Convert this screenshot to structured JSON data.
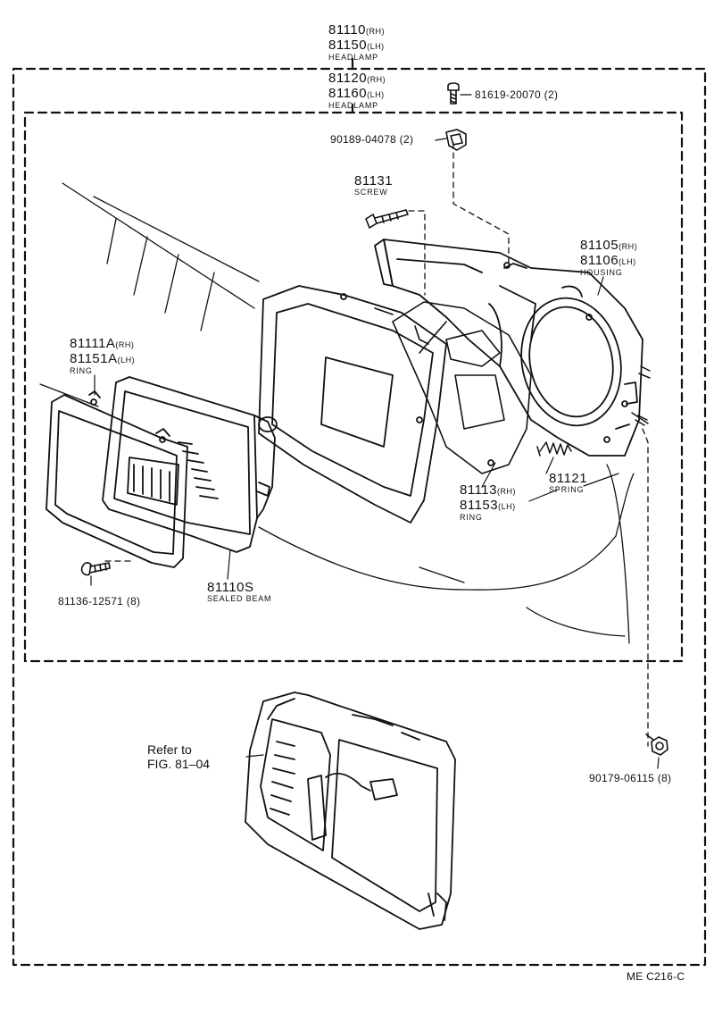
{
  "headlamp_outer": {
    "rh": "81110",
    "lh": "81150",
    "rh_side": "(RH)",
    "lh_side": "(LH)",
    "name": "HEADLAMP"
  },
  "headlamp_inner": {
    "rh": "81120",
    "lh": "81160",
    "rh_side": "(RH)",
    "lh_side": "(LH)",
    "name": "HEADLAMP"
  },
  "screw_top": "81619-20070 (2)",
  "nut_top": "90189-04078 (2)",
  "screw": {
    "num": "81131",
    "name": "SCREW"
  },
  "housing": {
    "rh": "81105",
    "lh": "81106",
    "rh_side": "(RH)",
    "lh_side": "(LH)",
    "name": "HOUSING"
  },
  "ring_outer": {
    "rh": "81111A",
    "lh": "81151A",
    "rh_side": "(RH)",
    "lh_side": "(LH)",
    "name": "RING"
  },
  "spring": {
    "num": "81121",
    "name": "SPRING"
  },
  "ring_inner": {
    "rh": "81113",
    "lh": "81153",
    "rh_side": "(RH)",
    "lh_side": "(LH)",
    "name": "RING"
  },
  "screw_bottom": "81136-12571 (8)",
  "sealed_beam": {
    "num": "81110S",
    "name": "SEALED BEAM"
  },
  "refer": {
    "line1": "Refer to",
    "line2": "FIG. 81–04"
  },
  "nut_bottom": "90179-06115 (8)",
  "figure_code": "ME  C216-C",
  "colors": {
    "ink": "#111111",
    "paper": "#ffffff"
  }
}
